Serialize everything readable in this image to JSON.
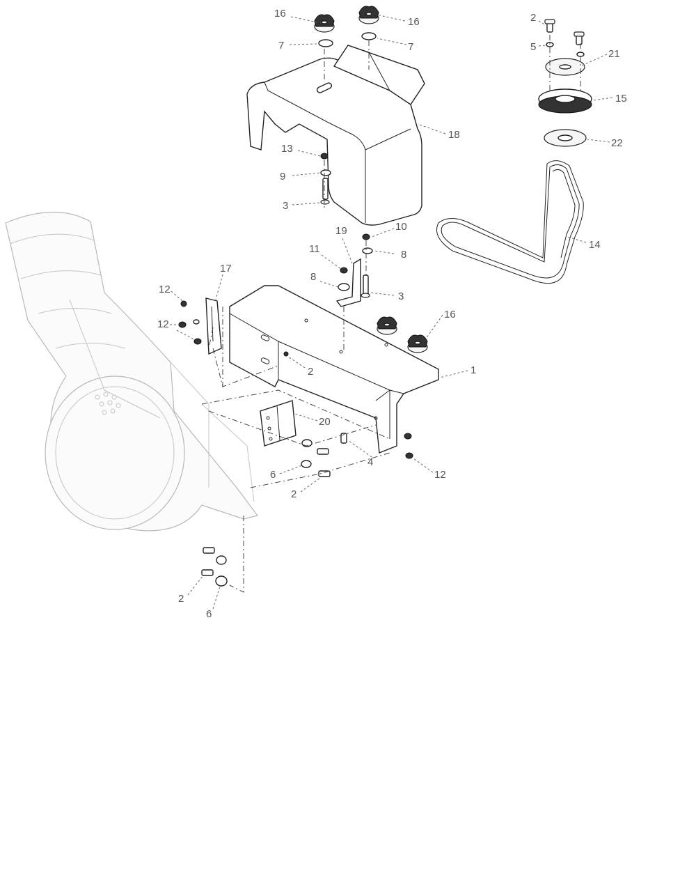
{
  "callouts": [
    {
      "id": "c1",
      "text": "16"
    },
    {
      "id": "c2",
      "text": "16"
    },
    {
      "id": "c3",
      "text": "7"
    },
    {
      "id": "c4",
      "text": "7"
    },
    {
      "id": "c5",
      "text": "2"
    },
    {
      "id": "c6",
      "text": "5"
    },
    {
      "id": "c7",
      "text": "21"
    },
    {
      "id": "c8",
      "text": "15"
    },
    {
      "id": "c9",
      "text": "18"
    },
    {
      "id": "c10",
      "text": "22"
    },
    {
      "id": "c11",
      "text": "13"
    },
    {
      "id": "c12",
      "text": "9"
    },
    {
      "id": "c13",
      "text": "3"
    },
    {
      "id": "c14",
      "text": "14"
    },
    {
      "id": "c15",
      "text": "19"
    },
    {
      "id": "c16",
      "text": "10"
    },
    {
      "id": "c17",
      "text": "8"
    },
    {
      "id": "c18",
      "text": "11"
    },
    {
      "id": "c19",
      "text": "17"
    },
    {
      "id": "c20",
      "text": "8"
    },
    {
      "id": "c21",
      "text": "3"
    },
    {
      "id": "c22",
      "text": "12"
    },
    {
      "id": "c23",
      "text": "16"
    },
    {
      "id": "c24",
      "text": "12"
    },
    {
      "id": "c25",
      "text": "2"
    },
    {
      "id": "c26",
      "text": "1"
    },
    {
      "id": "c27",
      "text": "20"
    },
    {
      "id": "c28",
      "text": "4"
    },
    {
      "id": "c29",
      "text": "6"
    },
    {
      "id": "c30",
      "text": "12"
    },
    {
      "id": "c31",
      "text": "2"
    },
    {
      "id": "c32",
      "text": "2"
    },
    {
      "id": "c33",
      "text": "6"
    }
  ]
}
